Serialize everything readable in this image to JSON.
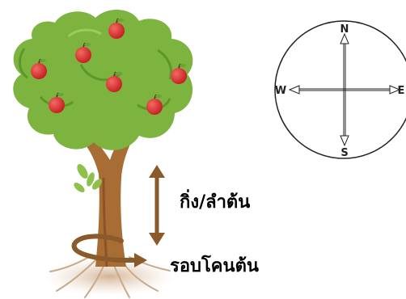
{
  "labels": {
    "branch_trunk": "กิ่ง/ลำต้น",
    "base_of_trunk": "รอบโคนต้น"
  },
  "compass": {
    "north": "N",
    "south": "S",
    "east": "E",
    "west": "W"
  },
  "colors": {
    "foliage": "#7db33f",
    "foliage_dark": "#5d962b",
    "trunk": "#a86d35",
    "arrow": "#8b5a2b",
    "apple": "#d9262c",
    "compass_stroke": "#222222"
  },
  "icons": {
    "tree": "apple-tree-icon",
    "compass": "compass-icon",
    "vertical_arrow": "double-headed-arrow-icon",
    "circular_arrow": "circular-arrow-icon"
  }
}
